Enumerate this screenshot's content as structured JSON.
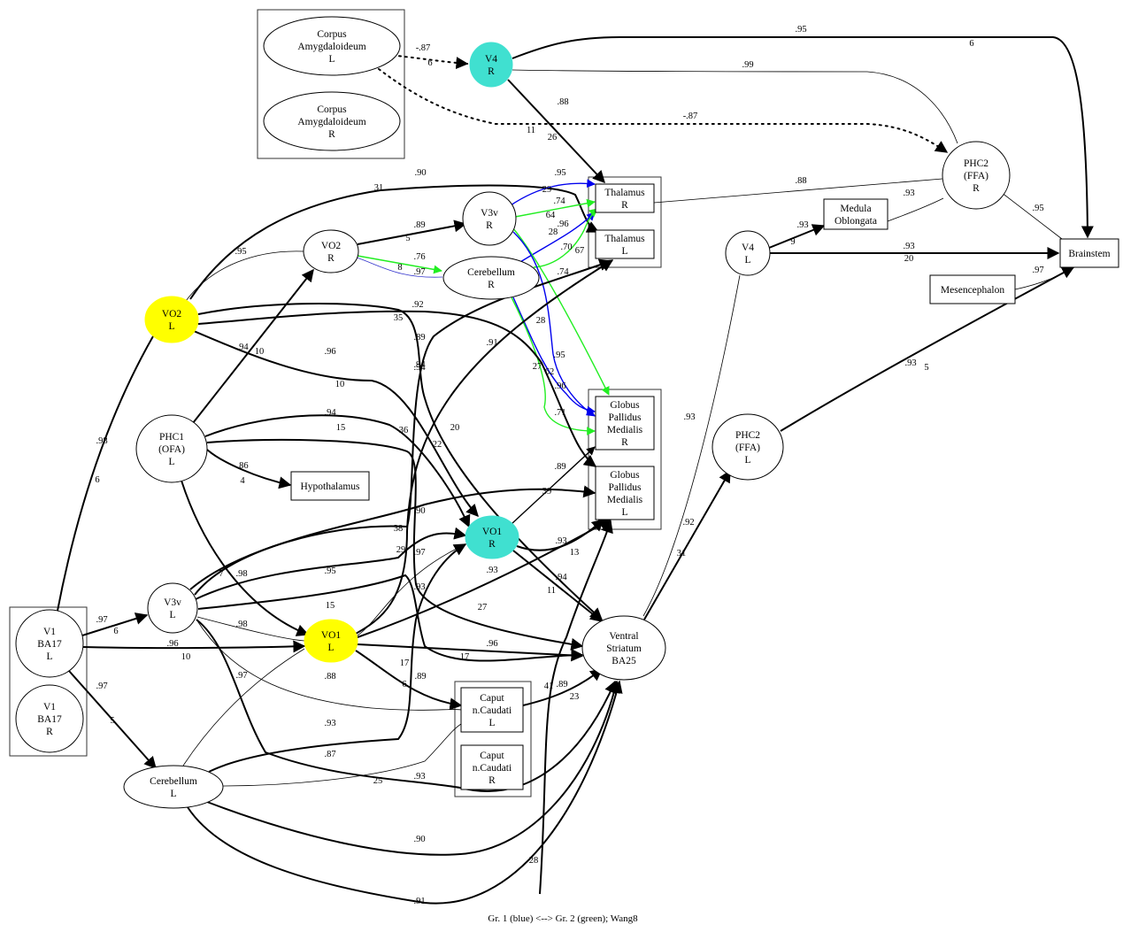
{
  "caption": "Gr. 1 (blue) <--> Gr.  2 (green); Wang8",
  "colors": {
    "black": "#000000",
    "blue": "#0000ee",
    "navy": "#3333cc",
    "green": "#22ee22",
    "turquoise": "#40e0d0",
    "yellow": "#ffff00",
    "cluster": "#333333"
  },
  "clusters": [
    {
      "id": "amygdala",
      "members": [
        "amyL",
        "amyR"
      ]
    },
    {
      "id": "thalamus",
      "members": [
        "thalR",
        "thalL"
      ]
    },
    {
      "id": "globus",
      "members": [
        "gpR",
        "gpL"
      ]
    },
    {
      "id": "v1",
      "members": [
        "v1L",
        "v1R"
      ]
    },
    {
      "id": "caput",
      "members": [
        "capL",
        "capR"
      ]
    }
  ],
  "nodes": [
    {
      "id": "amyL",
      "label": [
        "Corpus",
        "Amygdaloideum",
        "L"
      ],
      "shape": "ellipse",
      "fill": "none"
    },
    {
      "id": "amyR",
      "label": [
        "Corpus",
        "Amygdaloideum",
        "R"
      ],
      "shape": "ellipse",
      "fill": "none"
    },
    {
      "id": "v4R",
      "label": [
        "V4",
        "R"
      ],
      "shape": "ellipse",
      "fill": "turquoise"
    },
    {
      "id": "thalR",
      "label": [
        "Thalamus",
        "R"
      ],
      "shape": "box",
      "fill": "none"
    },
    {
      "id": "thalL",
      "label": [
        "Thalamus",
        "L"
      ],
      "shape": "box",
      "fill": "none"
    },
    {
      "id": "v3vR",
      "label": [
        "V3v",
        "R"
      ],
      "shape": "ellipse",
      "fill": "none"
    },
    {
      "id": "vo2R",
      "label": [
        "VO2",
        "R"
      ],
      "shape": "ellipse",
      "fill": "none"
    },
    {
      "id": "cerR",
      "label": [
        "Cerebellum",
        "R"
      ],
      "shape": "ellipse",
      "fill": "none"
    },
    {
      "id": "vo2L",
      "label": [
        "VO2",
        "L"
      ],
      "shape": "ellipse",
      "fill": "yellow"
    },
    {
      "id": "phc1L",
      "label": [
        "PHC1",
        "(OFA)",
        "L"
      ],
      "shape": "ellipse",
      "fill": "none"
    },
    {
      "id": "hypo",
      "label": [
        "Hypothalamus"
      ],
      "shape": "box",
      "fill": "none"
    },
    {
      "id": "gpR",
      "label": [
        "Globus",
        "Pallidus",
        "Medialis",
        "R"
      ],
      "shape": "box",
      "fill": "none"
    },
    {
      "id": "gpL",
      "label": [
        "Globus",
        "Pallidus",
        "Medialis",
        "L"
      ],
      "shape": "box",
      "fill": "none"
    },
    {
      "id": "vo1R",
      "label": [
        "VO1",
        "R"
      ],
      "shape": "ellipse",
      "fill": "turquoise"
    },
    {
      "id": "v3vL",
      "label": [
        "V3v",
        "L"
      ],
      "shape": "ellipse",
      "fill": "none"
    },
    {
      "id": "v1L",
      "label": [
        "V1",
        "BA17",
        "L"
      ],
      "shape": "ellipse",
      "fill": "none"
    },
    {
      "id": "v1R",
      "label": [
        "V1",
        "BA17",
        "R"
      ],
      "shape": "ellipse",
      "fill": "none"
    },
    {
      "id": "vo1L",
      "label": [
        "VO1",
        "L"
      ],
      "shape": "ellipse",
      "fill": "yellow"
    },
    {
      "id": "vs",
      "label": [
        "Ventral",
        "Striatum",
        "BA25"
      ],
      "shape": "ellipse",
      "fill": "none"
    },
    {
      "id": "capL",
      "label": [
        "Caput",
        "n.Caudati",
        "L"
      ],
      "shape": "box",
      "fill": "none"
    },
    {
      "id": "capR",
      "label": [
        "Caput",
        "n.Caudati",
        "R"
      ],
      "shape": "box",
      "fill": "none"
    },
    {
      "id": "cerL",
      "label": [
        "Cerebellum",
        "L"
      ],
      "shape": "ellipse",
      "fill": "none"
    },
    {
      "id": "phc2R",
      "label": [
        "PHC2",
        "(FFA)",
        "R"
      ],
      "shape": "ellipse",
      "fill": "none"
    },
    {
      "id": "medulla",
      "label": [
        "Medula",
        "Oblongata"
      ],
      "shape": "box",
      "fill": "none"
    },
    {
      "id": "v4L",
      "label": [
        "V4",
        "L"
      ],
      "shape": "ellipse",
      "fill": "none"
    },
    {
      "id": "brainstem",
      "label": [
        "Brainstem"
      ],
      "shape": "box",
      "fill": "none"
    },
    {
      "id": "mesen",
      "label": [
        "Mesencephalon"
      ],
      "shape": "box",
      "fill": "none"
    },
    {
      "id": "phc2L",
      "label": [
        "PHC2",
        "(FFA)",
        "L"
      ],
      "shape": "ellipse",
      "fill": "none"
    }
  ],
  "edges": [
    {
      "from": "amyL",
      "to": "v4R",
      "weight": "-.87",
      "lag": "6",
      "style": "dotted",
      "color": "black",
      "arrow": true
    },
    {
      "from": "amyL",
      "to": "phc2R",
      "weight": "-.87",
      "lag": "11",
      "style": "dotted",
      "color": "black",
      "arrow": true
    },
    {
      "from": "v4R",
      "to": "brainstem",
      "weight": ".95",
      "lag": "6",
      "style": "bold",
      "color": "black",
      "arrow": true
    },
    {
      "from": "v4R",
      "to": "phc2R",
      "weight": ".99",
      "lag": "",
      "style": "thin",
      "color": "black",
      "arrow": false
    },
    {
      "from": "v4R",
      "to": "thalR",
      "weight": ".88",
      "lag": "26",
      "style": "bold",
      "color": "black",
      "arrow": true
    },
    {
      "from": "vo2L",
      "to": "thalL",
      "weight": ".90",
      "lag": "31",
      "style": "bold",
      "color": "black",
      "arrow": true
    },
    {
      "from": "v3vR",
      "to": "thalR",
      "weight": ".95",
      "lag": "29",
      "style": "normal",
      "color": "blue",
      "arrow": true
    },
    {
      "from": "v3vR",
      "to": "thalR",
      "weight": ".74",
      "lag": "64",
      "style": "normal",
      "color": "green",
      "arrow": true
    },
    {
      "from": "cerR",
      "to": "thalR",
      "weight": ".96",
      "lag": "28",
      "style": "normal",
      "color": "blue",
      "arrow": true
    },
    {
      "from": "cerR",
      "to": "thalR",
      "weight": ".70",
      "lag": "67",
      "style": "normal",
      "color": "green",
      "arrow": true
    },
    {
      "from": "v3vR",
      "to": "gpR",
      "weight": ".74",
      "lag": "",
      "style": "normal",
      "color": "green",
      "arrow": true
    },
    {
      "from": "v3vR",
      "to": "gpR",
      "weight": ".95",
      "lag": "28",
      "style": "normal",
      "color": "blue",
      "arrow": true
    },
    {
      "from": "cerR",
      "to": "gpR",
      "weight": ".96",
      "lag": "27",
      "style": "normal",
      "color": "blue",
      "arrow": true
    },
    {
      "from": "cerR",
      "to": "gpR",
      "weight": ".71",
      "lag": "62",
      "style": "normal",
      "color": "green",
      "arrow": true
    },
    {
      "from": "vo2R",
      "to": "v3vR",
      "weight": ".89",
      "lag": "5",
      "style": "bold",
      "color": "black",
      "arrow": true
    },
    {
      "from": "vo2R",
      "to": "cerR",
      "weight": ".76",
      "lag": "8",
      "style": "normal",
      "color": "green",
      "arrow": true
    },
    {
      "from": "vo2R",
      "to": "cerR",
      "weight": ".97",
      "lag": "",
      "style": "thin",
      "color": "navy",
      "arrow": false
    },
    {
      "from": "vo2L",
      "to": "vo2R",
      "weight": ".95",
      "lag": "",
      "style": "thin",
      "color": "black",
      "arrow": false
    },
    {
      "from": "vo2L",
      "to": "gpL",
      "weight": ".92",
      "lag": "35",
      "style": "bold",
      "color": "black",
      "arrow": true
    },
    {
      "from": "vo2L",
      "to": "vs",
      "weight": ".94",
      "lag": "",
      "style": "bold",
      "color": "black",
      "arrow": true
    },
    {
      "from": "vo2L",
      "to": "vo1R",
      "weight": ".96",
      "lag": "10",
      "style": "bold",
      "color": "black",
      "arrow": true
    },
    {
      "from": "phc1L",
      "to": "vo2R",
      "weight": ".94",
      "lag": "10",
      "style": "bold",
      "color": "black",
      "arrow": true
    },
    {
      "from": "phc1L",
      "to": "hypo",
      "weight": ".86",
      "lag": "4",
      "style": "bold",
      "color": "black",
      "arrow": true
    },
    {
      "from": "phc1L",
      "to": "vo1R",
      "weight": ".94",
      "lag": "15",
      "style": "bold",
      "color": "black",
      "arrow": true
    },
    {
      "from": "phc1L",
      "to": "vs",
      "weight": ".91",
      "lag": "36",
      "style": "bold",
      "color": "black",
      "arrow": true
    },
    {
      "from": "phc1L",
      "to": "vo1L",
      "weight": ".98",
      "lag": "7",
      "style": "bold",
      "color": "black",
      "arrow": true
    },
    {
      "from": "v1L",
      "to": "vo2L",
      "weight": ".98",
      "lag": "6",
      "style": "bold",
      "color": "black",
      "arrow": true
    },
    {
      "from": "v1L",
      "to": "v3vL",
      "weight": ".97",
      "lag": "6",
      "style": "bold",
      "color": "black",
      "arrow": true
    },
    {
      "from": "v1L",
      "to": "vo1L",
      "weight": ".96",
      "lag": "10",
      "style": "bold",
      "color": "black",
      "arrow": true
    },
    {
      "from": "v1L",
      "to": "cerL",
      "weight": ".97",
      "lag": "5",
      "style": "bold",
      "color": "black",
      "arrow": true
    },
    {
      "from": "v3vL",
      "to": "thalL",
      "weight": ".89",
      "lag": "20",
      "style": "bold",
      "color": "black",
      "arrow": true
    },
    {
      "from": "v3vL",
      "to": "gpL",
      "weight": ".90",
      "lag": "38",
      "style": "bold",
      "color": "black",
      "arrow": true
    },
    {
      "from": "v3vL",
      "to": "vo1R",
      "weight": ".95",
      "lag": "29",
      "style": "bold",
      "color": "black",
      "arrow": true
    },
    {
      "from": "v3vL",
      "to": "vs",
      "weight": ".93",
      "lag": "15",
      "style": "bold",
      "color": "black",
      "arrow": true
    },
    {
      "from": "v3vL",
      "to": "vo1L",
      "weight": ".98",
      "lag": "",
      "style": "thin",
      "color": "black",
      "arrow": false
    },
    {
      "from": "v3vL",
      "to": "capL",
      "weight": ".88",
      "lag": "",
      "style": "thin",
      "color": "black",
      "arrow": false
    },
    {
      "from": "v3vL",
      "to": "vs",
      "weight": ".93",
      "lag": "25",
      "style": "bold",
      "color": "black",
      "arrow": true
    },
    {
      "from": "vo1L",
      "to": "vo1R",
      "weight": ".97",
      "lag": "",
      "style": "thin",
      "color": "black",
      "arrow": false
    },
    {
      "from": "vo1L",
      "to": "thalL",
      "weight": ".94",
      "lag": "22",
      "style": "bold",
      "color": "black",
      "arrow": true
    },
    {
      "from": "vo1L",
      "to": "gpL",
      "weight": ".93",
      "lag": "27",
      "style": "bold",
      "color": "black",
      "arrow": true
    },
    {
      "from": "vo1L",
      "to": "vs",
      "weight": ".96",
      "lag": "17",
      "style": "bold",
      "color": "black",
      "arrow": true
    },
    {
      "from": "vo1L",
      "to": "capL",
      "weight": ".89",
      "lag": "6",
      "style": "bold",
      "color": "black",
      "arrow": true
    },
    {
      "from": "vo1R",
      "to": "gpR",
      "weight": ".89",
      "lag": "39",
      "style": "normal",
      "color": "black",
      "arrow": true
    },
    {
      "from": "vo1R",
      "to": "gpL",
      "weight": ".93",
      "lag": "13",
      "style": "bold",
      "color": "black",
      "arrow": true
    },
    {
      "from": "vo1R",
      "to": "vs",
      "weight": ".94",
      "lag": "11",
      "style": "bold",
      "color": "black",
      "arrow": true
    },
    {
      "from": "cerL",
      "to": "vo1L",
      "weight": ".97",
      "lag": "",
      "style": "thin",
      "color": "black",
      "arrow": false
    },
    {
      "from": "cerL",
      "to": "vo1R",
      "weight": ".93",
      "lag": "17",
      "style": "bold",
      "color": "black",
      "arrow": true
    },
    {
      "from": "cerL",
      "to": "capL",
      "weight": ".87",
      "lag": "",
      "style": "thin",
      "color": "black",
      "arrow": false
    },
    {
      "from": "cerL",
      "to": "vs",
      "weight": ".90",
      "lag": "",
      "style": "bold",
      "color": "black",
      "arrow": true
    },
    {
      "from": "cerL",
      "to": "vs",
      "weight": ".91",
      "lag": "28",
      "style": "bold",
      "color": "black",
      "arrow": true
    },
    {
      "from": "capL",
      "to": "vs",
      "weight": ".89",
      "lag": "23",
      "style": "bold",
      "color": "black",
      "arrow": true
    },
    {
      "from": "capL",
      "to": "gpL",
      "weight": "",
      "lag": "41",
      "style": "bold",
      "color": "black",
      "arrow": true
    },
    {
      "from": "thalR",
      "to": "phc2R",
      "weight": ".88",
      "lag": "",
      "style": "thin",
      "color": "black",
      "arrow": false
    },
    {
      "from": "medulla",
      "to": "phc2R",
      "weight": ".93",
      "lag": "",
      "style": "thin",
      "color": "black",
      "arrow": false
    },
    {
      "from": "phc2R",
      "to": "brainstem",
      "weight": ".95",
      "lag": "",
      "style": "thin",
      "color": "black",
      "arrow": false
    },
    {
      "from": "v4L",
      "to": "medulla",
      "weight": ".93",
      "lag": "9",
      "style": "bold",
      "color": "black",
      "arrow": true
    },
    {
      "from": "v4L",
      "to": "brainstem",
      "weight": ".93",
      "lag": "20",
      "style": "bold",
      "color": "black",
      "arrow": true
    },
    {
      "from": "mesen",
      "to": "brainstem",
      "weight": ".97",
      "lag": "",
      "style": "thin",
      "color": "black",
      "arrow": false
    },
    {
      "from": "vs",
      "to": "v4L",
      "weight": ".93",
      "lag": "",
      "style": "thin",
      "color": "black",
      "arrow": false
    },
    {
      "from": "vs",
      "to": "phc2L",
      "weight": ".92",
      "lag": "31",
      "style": "bold",
      "color": "black",
      "arrow": true
    },
    {
      "from": "phc2L",
      "to": "brainstem",
      "weight": ".93",
      "lag": "5",
      "style": "bold",
      "color": "black",
      "arrow": true
    }
  ]
}
